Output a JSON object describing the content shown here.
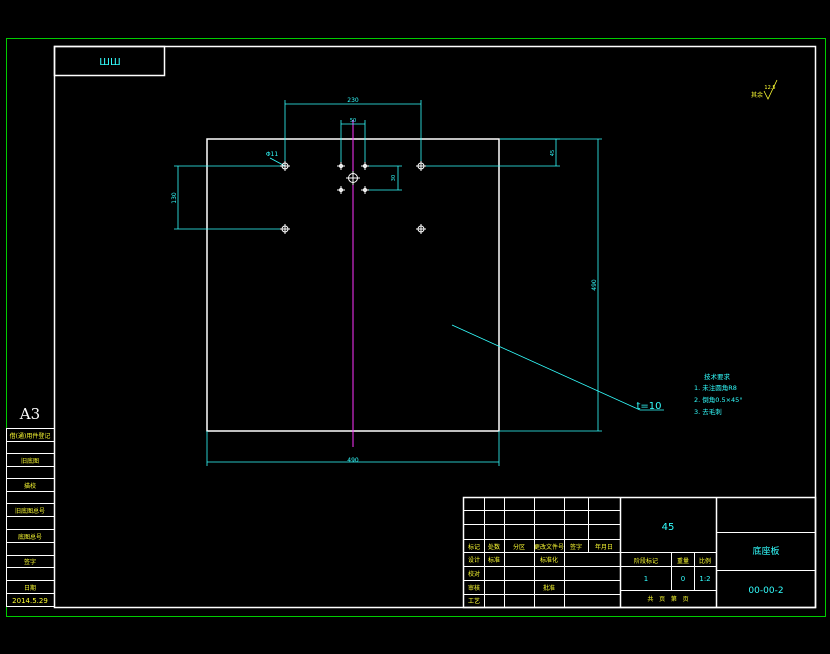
{
  "colors": {
    "background": "#000000",
    "frame": "#00cc00",
    "outline": "#ffffff",
    "dimension": "#33ffff",
    "centerline": "#ff33ff",
    "annotation": "#ffff33"
  },
  "drawing": {
    "top_tag": "ШШ",
    "sheet_size": "A3",
    "roughness": "其余",
    "roughness_value": "12.5",
    "thickness_label": "t=10"
  },
  "dimensions": {
    "hole_span": "230",
    "small_span": "50",
    "hole_diameter": "Φ11",
    "top_offset": "45",
    "small_height": "30",
    "left_height": "130",
    "plate_height": "490",
    "plate_width": "490"
  },
  "tech_notes": {
    "title": "技术要求",
    "items": [
      "1. 未注圆角R8",
      "2. 倒角0.5×45°",
      "3. 去毛刺"
    ]
  },
  "side_table": {
    "rows": [
      "借(通)用件登记",
      "旧底图",
      "描校",
      "旧底图总号",
      "底图总号",
      "签字",
      "日期"
    ],
    "date": "2014.5.29"
  },
  "title_block": {
    "material": "45",
    "part_name": "底座板",
    "drawing_no": "00-00-2",
    "header_cells": [
      "标记",
      "处数",
      "分区",
      "更改文件号",
      "签字",
      "年月日"
    ],
    "design_label": "设计",
    "check_label": "校对",
    "audit_label": "审核",
    "process_label": "工艺",
    "standard_label": "标准化",
    "approve_label": "批准",
    "std_mark": "标准",
    "stage_label": "阶段标记",
    "weight_label": "重量",
    "scale_label": "比例",
    "stage_value": "1",
    "weight_value": "0",
    "scale_value": "1:2",
    "sheets_label": "共   页   第   页"
  }
}
